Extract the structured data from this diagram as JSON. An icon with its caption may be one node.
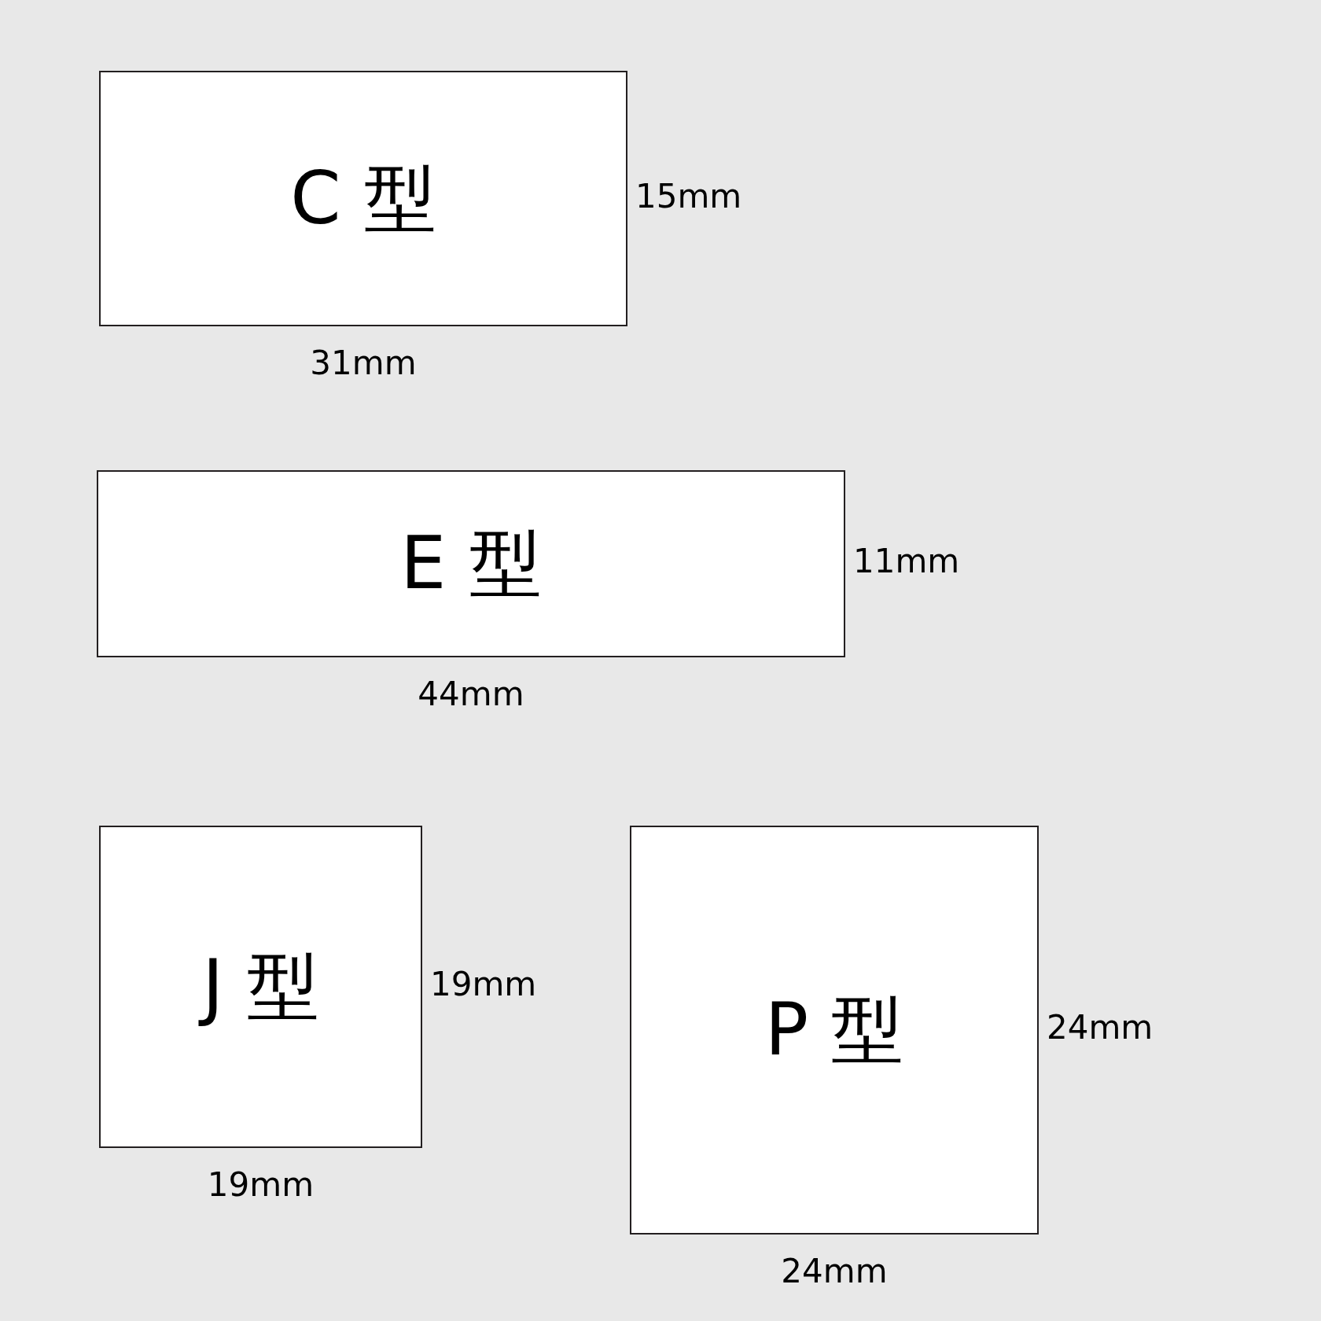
{
  "diagram": {
    "nodes": [
      {
        "text": [
          "C 型"
        ],
        "beside": [
          "15mm",
          "31mm"
        ]
      },
      {
        "text": [
          "E 型"
        ],
        "beside": [
          "11mm",
          "44mm"
        ]
      },
      {
        "text": [
          "J 型"
        ],
        "beside": [
          "19mm",
          "19mm"
        ]
      },
      {
        "text": [
          "P 型"
        ],
        "beside": [
          "24mm",
          "24mm"
        ]
      }
    ]
  }
}
